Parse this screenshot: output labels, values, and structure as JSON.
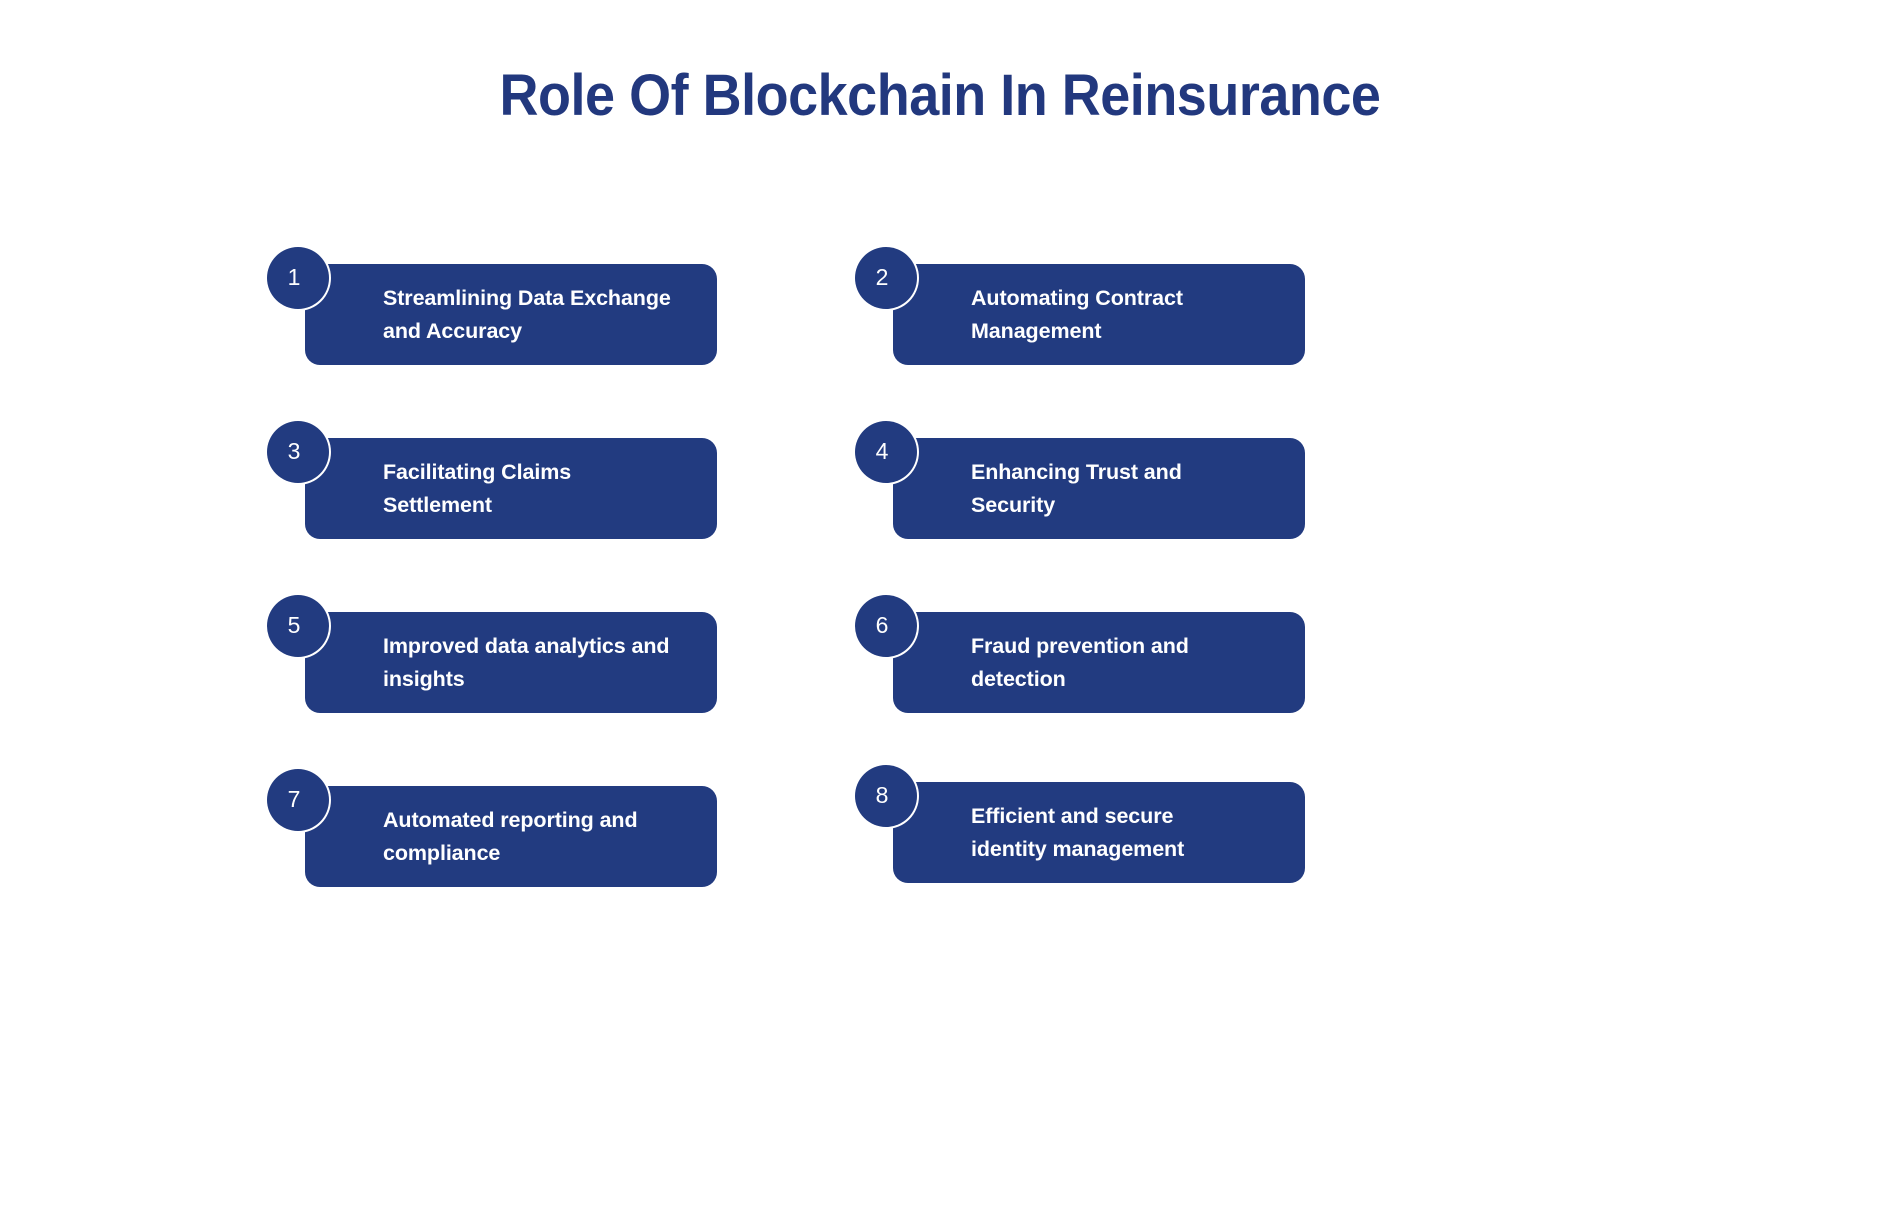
{
  "page": {
    "background_color": "#ffffff",
    "title": "Role Of Blockchain In Reinsurance",
    "title_color": "#22387e"
  },
  "theme": {
    "card_fill": "#223b80",
    "card_text_color": "#ffffff",
    "badge_fill": "#223b80",
    "badge_ring_color": "#ffffff",
    "badge_text_color": "#ffffff"
  },
  "cards": [
    {
      "number": "1",
      "line1": "Streamlining Data Exchange",
      "line2": "and Accuracy"
    },
    {
      "number": "2",
      "line1": "Automating Contract",
      "line2": "Management"
    },
    {
      "number": "3",
      "line1": "Facilitating Claims",
      "line2": "Settlement"
    },
    {
      "number": "4",
      "line1": "Enhancing Trust and",
      "line2": "Security"
    },
    {
      "number": "5",
      "line1": "Improved data analytics and",
      "line2": "insights"
    },
    {
      "number": "6",
      "line1": "Fraud prevention and",
      "line2": "detection"
    },
    {
      "number": "7",
      "line1": "Automated reporting and",
      "line2": "compliance"
    },
    {
      "number": "8",
      "line1": "Efficient and secure",
      "line2": "identity management"
    }
  ]
}
